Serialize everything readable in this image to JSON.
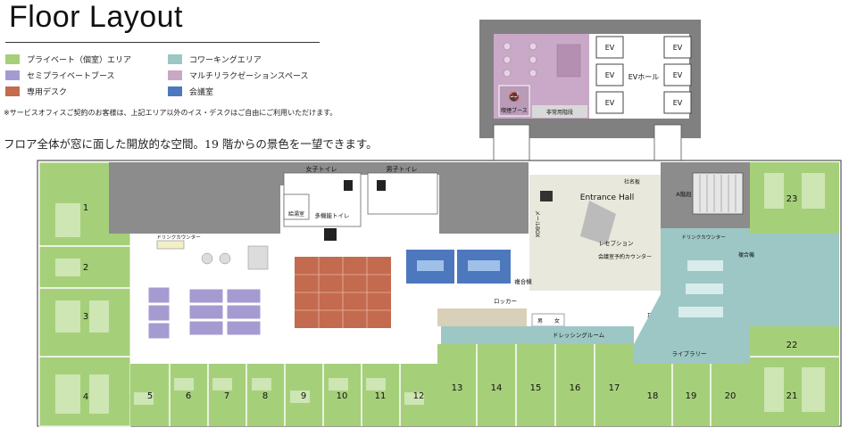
{
  "title": "Floor Layout",
  "legend": [
    {
      "label": "プライベート（個室）エリア",
      "color": "#a6cf7a"
    },
    {
      "label": "コワーキングエリア",
      "color": "#9cc7c5"
    },
    {
      "label": "セミプライベートブース",
      "color": "#a59bd0"
    },
    {
      "label": "マルチリラクゼーションスペース",
      "color": "#c7a9c4"
    },
    {
      "label": "専用デスク",
      "color": "#c46a4e"
    },
    {
      "label": "会議室",
      "color": "#4d78bd"
    }
  ],
  "note": "※サービスオフィスご契約のお客様は、上記エリア以外のイス・デスクはご自由にご利用いただけます。",
  "description": "フロア全体が窓に面した開放的な空間。19 階からの景色を一望できます。",
  "rooms": {
    "top_row": [
      "13",
      "14",
      "15",
      "16",
      "17",
      "18",
      "19",
      "20",
      "21"
    ],
    "left_col": [
      "1",
      "2",
      "3",
      "4"
    ],
    "bottom_row": [
      "5",
      "6",
      "7",
      "8",
      "9",
      "10",
      "11",
      "12"
    ],
    "right": [
      "23",
      "22"
    ]
  },
  "labels": {
    "ev": "EV",
    "ev_hall": "EVホール",
    "smoking_booth": "喫煙ブース",
    "emergency_stairs": "非常用階段",
    "womens_toilet": "女子トイレ",
    "mens_toilet": "男子トイレ",
    "multipurpose_toilet": "多機能トイレ",
    "cleaning_room": "給湯室",
    "drink_counter_left": "ドリンクカウンター",
    "drink_counter_right": "ドリンクカウンター",
    "entrance_hall": "Entrance Hall",
    "reception": "レセプション",
    "meeting_counter": "会議室予約カウンター",
    "locker_left": "ロッカー",
    "locker_right": "ロッカー",
    "mailbox": "メールBOX",
    "printer": "複合機",
    "printer_right": "複合機",
    "dressing_room": "ドレッシングルーム",
    "library": "ライブラリー",
    "stairs_a": "A階段",
    "nameplate": "社名板",
    "men": "男",
    "women": "女"
  }
}
